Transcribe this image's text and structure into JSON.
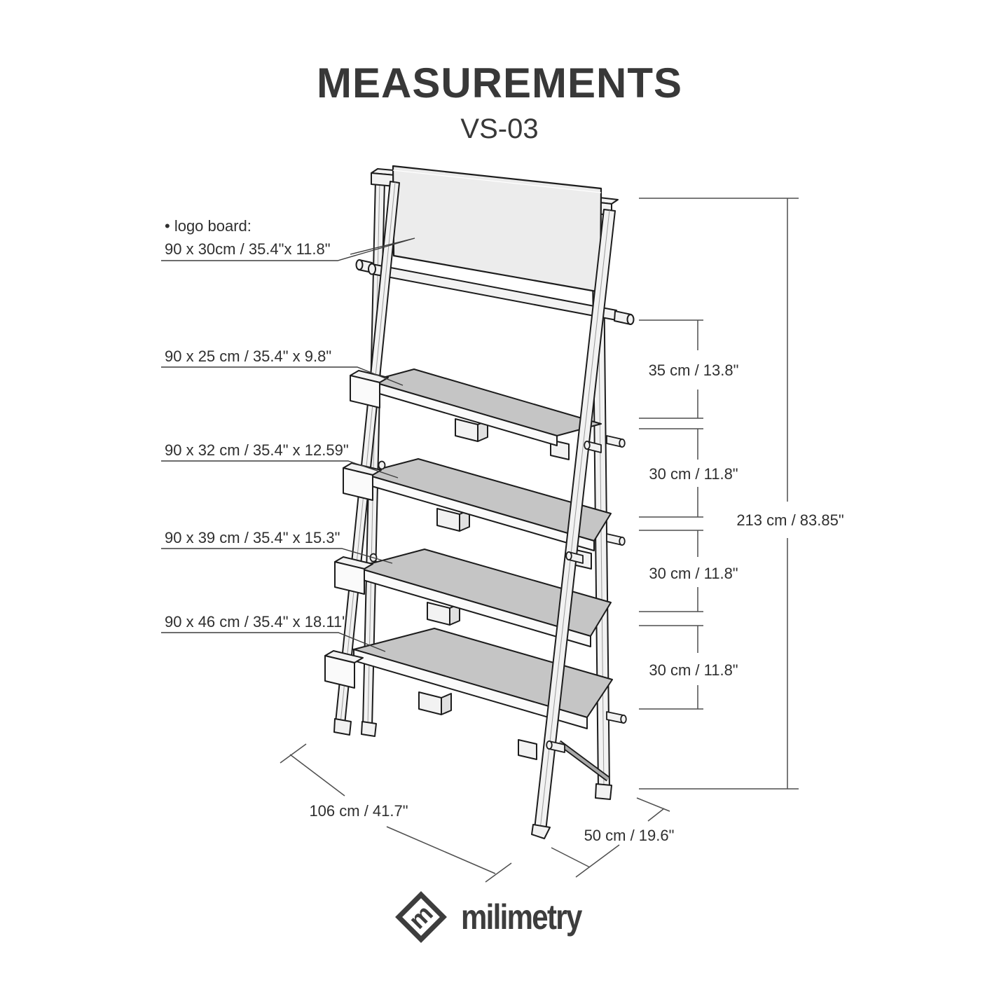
{
  "page": {
    "title": "MEASUREMENTS",
    "subtitle": "VS-03"
  },
  "labels": {
    "logo_board_line1": "• logo board:",
    "logo_board_line2": "90 x 30cm / 35.4\"x 11.8\"",
    "shelf1": "90 x 25 cm / 35.4\" x 9.8\"",
    "shelf2": "90 x 32 cm / 35.4\" x 12.59\"",
    "shelf3": "90 x 39 cm / 35.4\" x 15.3\"",
    "shelf4": "90 x 46 cm / 35.4\" x 18.11\"",
    "gap_top": "35 cm / 13.8\"",
    "gap_2": "30 cm / 11.8\"",
    "gap_3": "30 cm / 11.8\"",
    "gap_4": "30 cm / 11.8\"",
    "total_height": "213 cm / 83.85\"",
    "footprint_width": "106 cm / 41.7\"",
    "footprint_depth": "50 cm / 19.6\""
  },
  "footer": {
    "brand": "milimetry",
    "icon_glyph": "m"
  },
  "colors": {
    "ink": "#1c1c1c",
    "dim_line": "#4f4f4f",
    "shelf_gray": "#c5c5c5",
    "board_gray": "#ececec",
    "wood_white": "#f2f2f2",
    "text": "#343434"
  }
}
